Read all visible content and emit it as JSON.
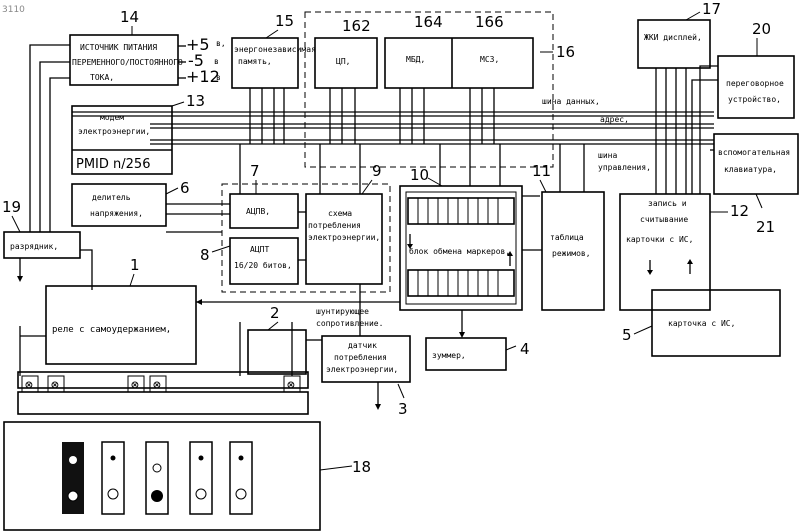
{
  "corner_label": "3110",
  "power": {
    "num": "14",
    "lines": [
      "ИСТОЧНИК ПИТАНИЯ",
      "ПЕРЕМЕННОГО/ПОСТОЯННОГО",
      "ТОКА,"
    ],
    "voltages": [
      "+5",
      "-5",
      "+12"
    ],
    "units": [
      "в,",
      "в",
      "в"
    ]
  },
  "nvram": {
    "num": "15",
    "lines": [
      "энергонезависимая",
      "память,"
    ]
  },
  "group16": {
    "num": "16",
    "cpu_num": "162",
    "cpu": "ЦП,",
    "mbd_num": "164",
    "mbd": "МБД,",
    "msz_num": "166",
    "msz": "МСЗ,"
  },
  "lcd": {
    "num": "17",
    "label": "ЖКИ дисплей,"
  },
  "speaker": {
    "num": "20",
    "lines": [
      "переговорное",
      "устройство,"
    ]
  },
  "buses": {
    "data": "шина данных,",
    "address": "адрес,",
    "control_1": "шина",
    "control_2": "управления,"
  },
  "modem": {
    "num": "13",
    "lines": [
      "модем",
      "электроэнергии,"
    ],
    "chip": "PMID n/256"
  },
  "divider": {
    "num": "6",
    "lines": [
      "делитель",
      "напряжения,"
    ]
  },
  "adc_v": {
    "num": "7",
    "label": "АЦПВ,"
  },
  "adc_t": {
    "num": "8",
    "lines": [
      "АЦПТ",
      "16/20 битов,"
    ]
  },
  "energy_circuit": {
    "num": "9",
    "lines": [
      "схема",
      "потребления",
      "электроэнергии,"
    ]
  },
  "marker_exchange": {
    "num": "10",
    "label": "блок обмена маркеров,"
  },
  "mode_table": {
    "num": "11",
    "lines": [
      "таблица",
      "режимов,"
    ]
  },
  "card_rw": {
    "num": "12",
    "lines": [
      "запись и",
      "считывание",
      "карточки с ИС,"
    ]
  },
  "aux_keyboard": {
    "num": "21",
    "lines": [
      "вспомогательная",
      "клавиатура,"
    ]
  },
  "discharger": {
    "num": "19",
    "label": "разрядник,"
  },
  "relay": {
    "num": "1",
    "label": "реле с самоудержанием,"
  },
  "shunt": {
    "num": "2",
    "lines": [
      "шунтирующее",
      "сопротивление."
    ]
  },
  "sensor": {
    "num": "3",
    "lines": [
      "датчик",
      "потребления",
      "электроэнергии,"
    ]
  },
  "buzzer": {
    "num": "4",
    "label": "зуммер,"
  },
  "ic_card": {
    "num": "5",
    "label": "карточка с ИС,"
  },
  "base": {
    "num": "18"
  }
}
